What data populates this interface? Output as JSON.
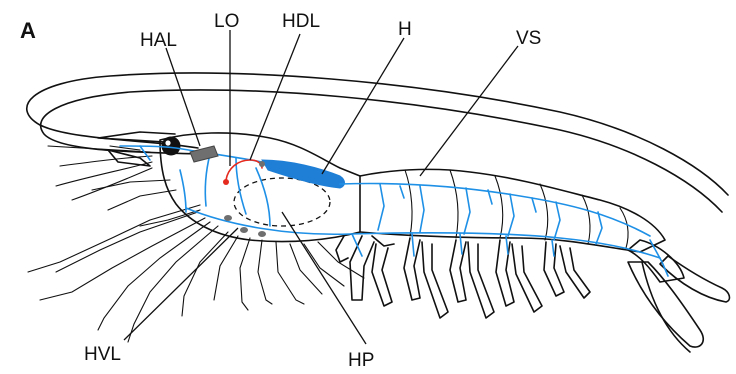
{
  "figure": {
    "panel_label": "A",
    "labels": {
      "hal": "HAL",
      "lo": "LO",
      "hdl": "HDL",
      "h": "H",
      "vs": "VS",
      "hvl": "HVL",
      "hp": "HP"
    }
  },
  "colors": {
    "vessel_blue": "#1e90e6",
    "heart_blue": "#1f7fd6",
    "lymphoid_red": "#e52a1f",
    "hemal_grey": "#6f6f6f",
    "outline": "#111111"
  }
}
